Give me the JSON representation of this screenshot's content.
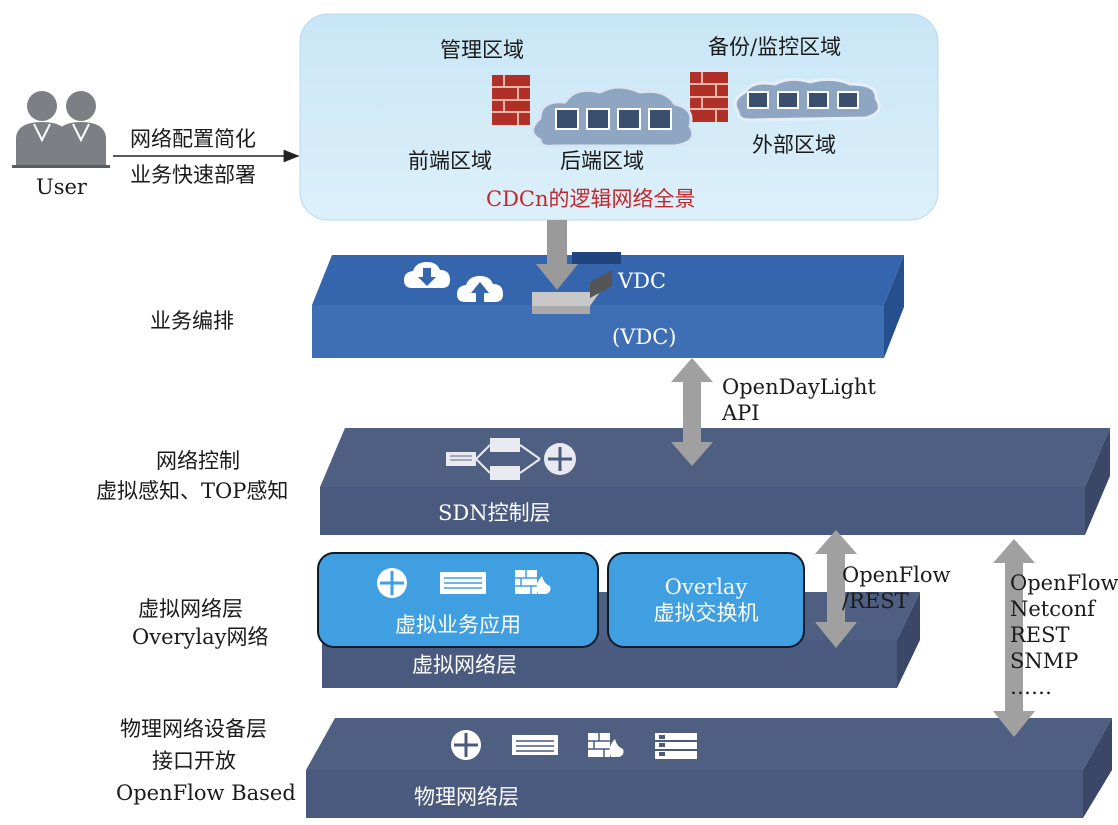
{
  "user": {
    "label": "User"
  },
  "user_arrow": {
    "line1": "网络配置简化",
    "line2": "业务快速部署"
  },
  "logical_view": {
    "caption": "CDCn的逻辑网络全景",
    "zones": {
      "management": "管理区域",
      "backup_monitor": "备份/监控区域",
      "frontend": "前端区域",
      "backend": "后端区域",
      "external": "外部区域"
    }
  },
  "layers": {
    "orchestration": {
      "left_label": "业务编排",
      "name": "VDC",
      "sub": "(VDC)"
    },
    "control": {
      "left_line1": "网络控制",
      "left_line2": "虚拟感知、TOP感知",
      "name": "SDN控制层"
    },
    "virtual": {
      "left_line1": "虚拟网络层",
      "left_line2": "Overylay网络",
      "name": "虚拟网络层",
      "app_box": "虚拟业务应用",
      "switch_box": {
        "line1": "Overlay",
        "line2": "虚拟交换机"
      }
    },
    "physical": {
      "left_line1": "物理网络设备层",
      "left_line2": "接口开放",
      "left_line3": "OpenFlow Based",
      "name": "物理网络层"
    }
  },
  "interfaces": {
    "northbound": {
      "line1": "OpenDayLight",
      "line2": "API"
    },
    "southbound_virtual": {
      "line1": "OpenFlow",
      "line2": "/REST"
    },
    "southbound_physical": [
      "OpenFlow",
      "Netconf",
      "REST",
      "SNMP",
      "……"
    ]
  },
  "colors": {
    "cloud_bg": "#cfe9f7",
    "vdc_layer": "#3e6fb5",
    "control_layer": "#4a5a7e",
    "virtual_layer": "#4a5a7e",
    "physical_layer": "#4a5a7e",
    "box_fill": "#3f9fe0",
    "arrow_gray": "#9a9a9a",
    "caption_red": "#c0282d",
    "firewall_red": "#b03028"
  }
}
